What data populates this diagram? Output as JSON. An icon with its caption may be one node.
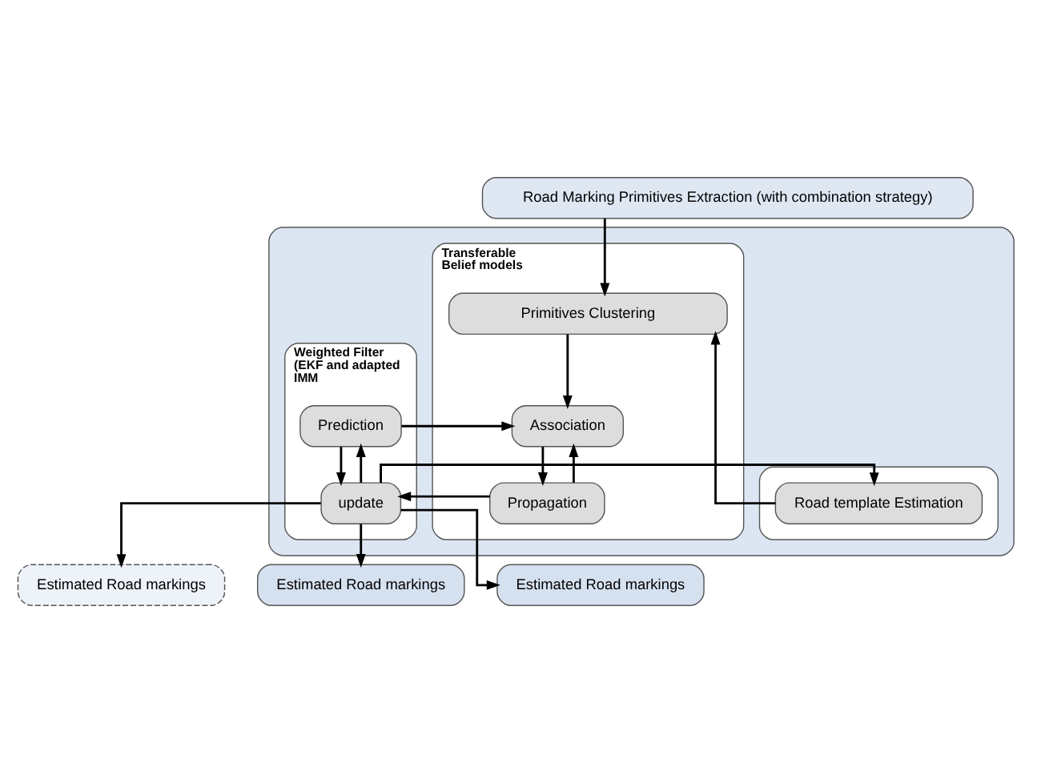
{
  "diagram": {
    "nodes": [
      {
        "text": [
          "Road Marking Primitives Extraction (with combination strategy)"
        ]
      },
      {
        "text": [],
        "shape": "box"
      },
      {
        "text": [
          "Transferable Belief models"
        ],
        "in": 1
      },
      {
        "text": [
          "Primitives Clustering"
        ],
        "in": 2
      },
      {
        "text": [
          "Association"
        ],
        "in": 2
      },
      {
        "text": [
          "Propagation"
        ],
        "in": 2
      },
      {
        "text": [
          "Weighted Filter (EKF and adapted IMM"
        ],
        "in": 1
      },
      {
        "text": [
          "Prediction"
        ],
        "in": 6
      },
      {
        "text": [
          "update"
        ],
        "in": 6
      },
      {
        "text": [],
        "shape": "box",
        "in": 1
      },
      {
        "text": [
          "Road template Estimation"
        ],
        "in": 9
      },
      {
        "text": [
          "Estimated Road markings"
        ]
      },
      {
        "text": [
          "Estimated Road markings"
        ]
      },
      {
        "text": [
          "Estimated Road markings"
        ]
      }
    ],
    "edges": [
      {
        "from": 0,
        "to": 3,
        "arrow": "to"
      },
      {
        "from": 10,
        "to": 3,
        "arrow": "to"
      },
      {
        "from": 3,
        "to": 4,
        "arrow": "to"
      },
      {
        "from": 7,
        "to": 4,
        "arrow": "to"
      },
      {
        "from": 4,
        "to": 5,
        "arrow": "to"
      },
      {
        "from": 5,
        "to": 4,
        "arrow": "to"
      },
      {
        "from": 7,
        "to": 8,
        "arrow": "to"
      },
      {
        "from": 8,
        "to": 7,
        "arrow": "to"
      },
      {
        "from": 5,
        "to": 8,
        "arrow": "to"
      },
      {
        "from": 8,
        "to": 10,
        "arrow": "to"
      },
      {
        "from": 8,
        "to": 11,
        "arrow": "to"
      },
      {
        "from": 8,
        "to": 12,
        "arrow": "to"
      },
      {
        "from": 8,
        "to": 13,
        "arrow": "to"
      }
    ]
  }
}
